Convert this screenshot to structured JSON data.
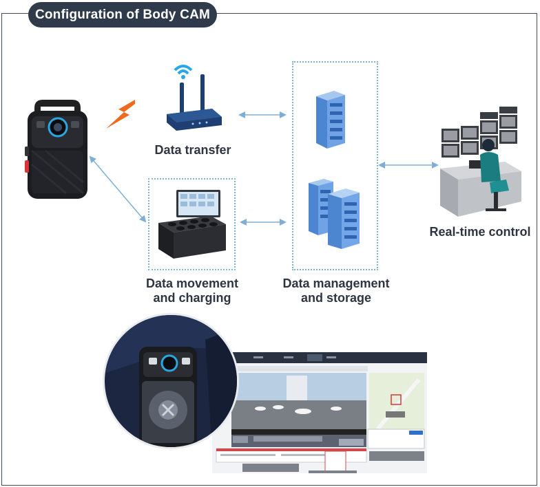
{
  "title": "Configuration of Body CAM",
  "nodes": {
    "data_transfer": "Data transfer",
    "data_movement_line1": "Data movement",
    "data_movement_line2": "and charging",
    "data_management_line1": "Data management",
    "data_management_line2": "and storage",
    "realtime_control": "Real-time control"
  },
  "colors": {
    "frame": "#3f4a5a",
    "title_bg": "#2f3a4b",
    "arrow": "#7eaed6",
    "dotted_border": "#7fb3d3",
    "server_blue": "#3a79c9",
    "router": "#1f3f73",
    "lightning": "#f06a1e"
  },
  "icons": [
    "body-camera-icon",
    "lightning-icon",
    "wifi-router-icon",
    "charging-dock-icon",
    "server-tower-icon",
    "server-rack-icon",
    "control-room-icon",
    "body-cam-closeup-photo",
    "software-screenshot"
  ]
}
